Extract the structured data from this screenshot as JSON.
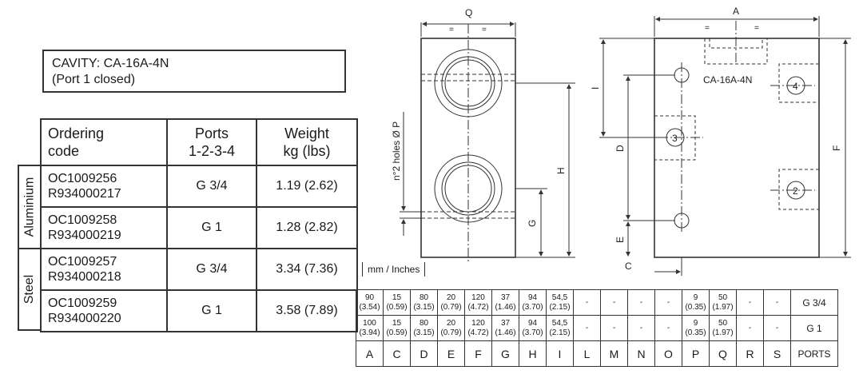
{
  "cavity": {
    "line1": "CAVITY: CA-16A-4N",
    "line2": "(Port 1 closed)"
  },
  "ordering_table": {
    "headers": {
      "code_line1": "Ordering",
      "code_line2": "code",
      "ports_line1": "Ports",
      "ports_line2": "1-2-3-4",
      "weight_line1": "Weight",
      "weight_line2": "kg (lbs)"
    },
    "groups": {
      "aluminium": "Aluminium",
      "steel": "Steel"
    },
    "rows": [
      {
        "code1": "OC1009256",
        "code2": "R934000217",
        "ports": "G 3/4",
        "weight": "1.19 (2.62)"
      },
      {
        "code1": "OC1009258",
        "code2": "R934000219",
        "ports": "G 1",
        "weight": "1.28 (2.82)"
      },
      {
        "code1": "OC1009257",
        "code2": "R934000218",
        "ports": "G 3/4",
        "weight": "3.34 (7.36)"
      },
      {
        "code1": "OC1009259",
        "code2": "R934000220",
        "ports": "G 1",
        "weight": "3.58 (7.89)"
      }
    ]
  },
  "drawing": {
    "labels": {
      "q": "Q",
      "a": "A",
      "eq": "=",
      "h": "H",
      "g": "G",
      "f": "F",
      "d": "D",
      "e": "E",
      "c": "C",
      "i": "I",
      "holes": "n°2 holes Ø P",
      "cavity_tag": "CA-16A-4N",
      "port2": "2",
      "port3": "3",
      "port4": "4"
    }
  },
  "units": "mm / Inches",
  "dimension_table": {
    "rows": [
      {
        "cells": [
          {
            "mm": "90",
            "in": "(3.54)"
          },
          {
            "mm": "15",
            "in": "(0.59)"
          },
          {
            "mm": "80",
            "in": "(3.15)"
          },
          {
            "mm": "20",
            "in": "(0.79)"
          },
          {
            "mm": "120",
            "in": "(4.72)"
          },
          {
            "mm": "37",
            "in": "(1.46)"
          },
          {
            "mm": "94",
            "in": "(3.70)"
          },
          {
            "mm": "54,5",
            "in": "(2.15)"
          },
          {
            "mm": "-",
            "in": ""
          },
          {
            "mm": "-",
            "in": ""
          },
          {
            "mm": "-",
            "in": ""
          },
          {
            "mm": "-",
            "in": ""
          },
          {
            "mm": "9",
            "in": "(0.35)"
          },
          {
            "mm": "50",
            "in": "(1.97)"
          },
          {
            "mm": "-",
            "in": ""
          },
          {
            "mm": "-",
            "in": ""
          }
        ],
        "port": "G 3/4"
      },
      {
        "cells": [
          {
            "mm": "100",
            "in": "(3.94)"
          },
          {
            "mm": "15",
            "in": "(0.59)"
          },
          {
            "mm": "80",
            "in": "(3.15)"
          },
          {
            "mm": "20",
            "in": "(0.79)"
          },
          {
            "mm": "120",
            "in": "(4.72)"
          },
          {
            "mm": "37",
            "in": "(1.46)"
          },
          {
            "mm": "94",
            "in": "(3.70)"
          },
          {
            "mm": "54,5",
            "in": "(2.15)"
          },
          {
            "mm": "-",
            "in": ""
          },
          {
            "mm": "-",
            "in": ""
          },
          {
            "mm": "-",
            "in": ""
          },
          {
            "mm": "-",
            "in": ""
          },
          {
            "mm": "9",
            "in": "(0.35)"
          },
          {
            "mm": "50",
            "in": "(1.97)"
          },
          {
            "mm": "-",
            "in": ""
          },
          {
            "mm": "-",
            "in": ""
          }
        ],
        "port": "G 1"
      }
    ],
    "headers": [
      "A",
      "C",
      "D",
      "E",
      "F",
      "G",
      "H",
      "I",
      "L",
      "M",
      "N",
      "O",
      "P",
      "Q",
      "R",
      "S",
      "PORTS"
    ]
  }
}
